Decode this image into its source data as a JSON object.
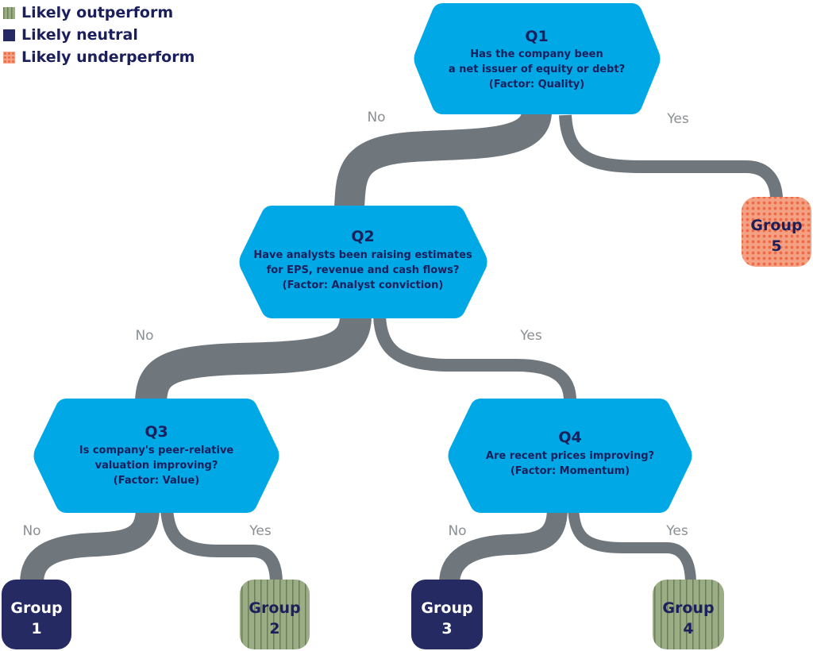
{
  "legend": [
    {
      "label": "Likely outperform",
      "pattern": "outperform"
    },
    {
      "label": "Likely neutral",
      "pattern": "neutral"
    },
    {
      "label": "Likely underperform",
      "pattern": "underperform"
    }
  ],
  "colors": {
    "question_fill": "#00a8e6",
    "branch": "#6f777d",
    "neutral": "#262a63",
    "outperform": "#9aad84",
    "outperform_stripe": "#6d7f5a",
    "underperform": "#f4a083",
    "underperform_dot": "#ee6a46",
    "text_dark": "#1b1f5c",
    "edge_label": "#8a8f93"
  },
  "questions": {
    "q1": {
      "title": "Q1",
      "lines": [
        "Has the company been",
        "a net issuer of equity or debt?",
        "(Factor: Quality)"
      ]
    },
    "q2": {
      "title": "Q2",
      "lines": [
        "Have analysts been raising estimates",
        "for EPS, revenue and cash flows?",
        "(Factor: Analyst conviction)"
      ]
    },
    "q3": {
      "title": "Q3",
      "lines": [
        "Is company's peer-relative",
        "valuation improving?",
        "(Factor: Value)"
      ]
    },
    "q4": {
      "title": "Q4",
      "lines": [
        "Are recent prices improving?",
        "(Factor: Momentum)"
      ]
    }
  },
  "edges": {
    "q1_no": "No",
    "q1_yes": "Yes",
    "q2_no": "No",
    "q2_yes": "Yes",
    "q3_no": "No",
    "q3_yes": "Yes",
    "q4_no": "No",
    "q4_yes": "Yes"
  },
  "groups": {
    "g1": {
      "word": "Group",
      "number": "1",
      "outcome": "neutral"
    },
    "g2": {
      "word": "Group",
      "number": "2",
      "outcome": "outperform"
    },
    "g3": {
      "word": "Group",
      "number": "3",
      "outcome": "neutral"
    },
    "g4": {
      "word": "Group",
      "number": "4",
      "outcome": "outperform"
    },
    "g5": {
      "word": "Group",
      "number": "5",
      "outcome": "underperform"
    }
  }
}
